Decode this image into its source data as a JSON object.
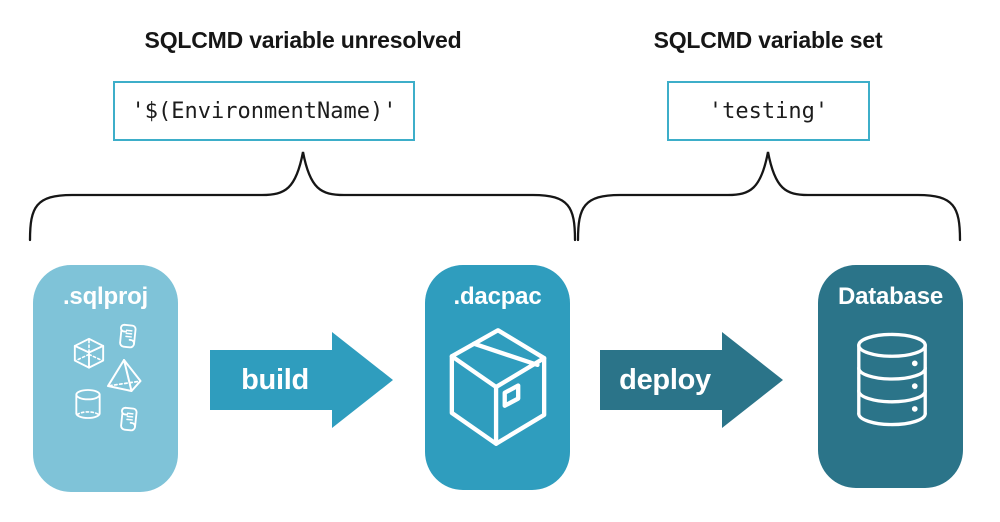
{
  "annotations": {
    "left": {
      "title": "SQLCMD variable unresolved",
      "value": "'$(EnvironmentName)'"
    },
    "right": {
      "title": "SQLCMD variable set",
      "value": "'testing'"
    }
  },
  "pipeline": {
    "nodes": [
      {
        "id": "sqlproj",
        "label": ".sqlproj",
        "fill": "#7FC3D8",
        "icons": [
          "cube-icon",
          "scroll-icon",
          "pyramid-icon",
          "cylinder-icon",
          "scroll-icon"
        ]
      },
      {
        "id": "dacpac",
        "label": ".dacpac",
        "fill": "#2F9DBE",
        "icons": [
          "package-box-icon"
        ]
      },
      {
        "id": "database",
        "label": "Database",
        "fill": "#2B7489",
        "icons": [
          "database-stack-icon"
        ]
      }
    ],
    "arrows": [
      {
        "id": "build",
        "label": "build",
        "fill": "#2F9DBE"
      },
      {
        "id": "deploy",
        "label": "deploy",
        "fill": "#2B7489"
      }
    ]
  },
  "colors": {
    "background": "#FFFFFF",
    "heading_text": "#161616",
    "value_box_border": "#3DAEC9",
    "code_text": "#1C1C1C",
    "brace_stroke": "#161616",
    "icon_stroke": "#FFFFFF",
    "node_label_text": "#FFFFFF",
    "arrow_label_text": "#FFFFFF"
  }
}
